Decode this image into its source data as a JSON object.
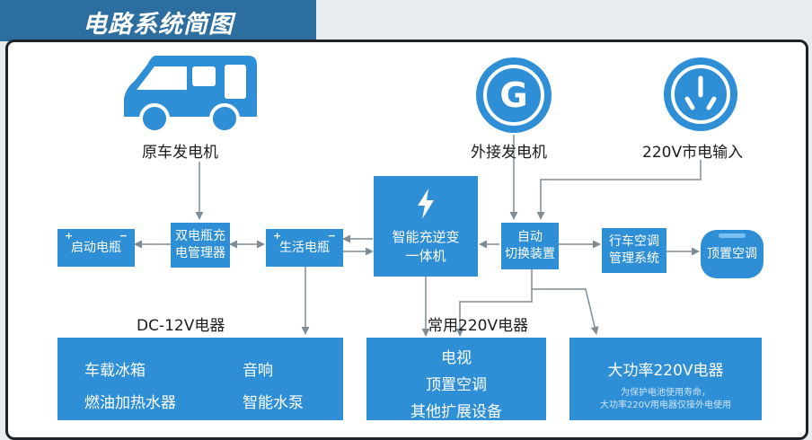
{
  "header": {
    "title": "电路系统简图"
  },
  "sources": {
    "vehicle_generator": "原车发电机",
    "external_generator": "外接发电机",
    "mains_input": "220V市电输入"
  },
  "nodes": {
    "start_battery": "启动电瓶",
    "dual_battery_manager": [
      "双电瓶充",
      "电管理器"
    ],
    "living_battery": "生活电瓶",
    "inverter": [
      "智能充逆变",
      "一体机"
    ],
    "auto_switch": [
      "自动",
      "切换装置"
    ],
    "ac_system": [
      "行车空调",
      "管理系统"
    ],
    "roof_ac": "顶置空调"
  },
  "polarity": {
    "plus": "+",
    "minus": "−"
  },
  "icons": {
    "generator_letter": "G"
  },
  "groups": {
    "dc": {
      "title": "DC-12V电器",
      "items": [
        "车载冰箱",
        "音响",
        "燃油加热水器",
        "智能水泵"
      ]
    },
    "ac": {
      "title": "常用220V电器",
      "items": [
        "电视",
        "顶置空调",
        "其他扩展设备"
      ]
    },
    "hp": {
      "title": "大功率220V电器",
      "note1": "为保护电池使用寿命，",
      "note2": "大功率220V用电器仅接外电使用"
    }
  },
  "colors": {
    "accent": "#2e8ed6",
    "header": "#2c6ea0",
    "line": "#7f8c96"
  }
}
